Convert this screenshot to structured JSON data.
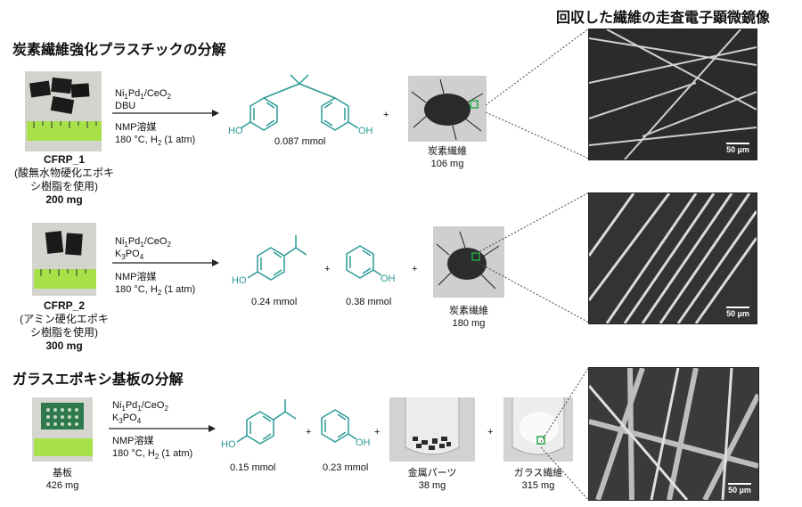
{
  "sem_header": "回収した繊維の走査電子顕微鏡像",
  "section1": {
    "title": "炭素繊維強化プラスチックの分解",
    "rows": [
      {
        "sample_name": "CFRP_1",
        "sample_desc_1": "(酸無水物硬化エポキ",
        "sample_desc_2": "シ樹脂を使用)",
        "sample_mass": "200 mg",
        "reagents": [
          "Ni1Pd1/CeO2",
          "DBU"
        ],
        "solvent": "NMP溶媒",
        "conditions": "180 °C, H2 (1 atm)",
        "products": [
          {
            "name": "",
            "amount": "0.087 mmol"
          },
          {
            "name": "炭素繊維",
            "amount": "106 mg"
          }
        ],
        "scale_bar": "50 µm"
      },
      {
        "sample_name": "CFRP_2",
        "sample_desc_1": "(アミン硬化エポキ",
        "sample_desc_2": "シ樹脂を使用)",
        "sample_mass": "300 mg",
        "reagents": [
          "Ni1Pd1/CeO2",
          "K3PO4"
        ],
        "solvent": "NMP溶媒",
        "conditions": "180 °C, H2 (1 atm)",
        "products": [
          {
            "name": "",
            "amount": "0.24 mmol"
          },
          {
            "name": "",
            "amount": "0.38 mmol"
          },
          {
            "name": "炭素繊維",
            "amount": "180 mg"
          }
        ],
        "scale_bar": "50 µm"
      }
    ]
  },
  "section2": {
    "title": "ガラスエポキシ基板の分解",
    "sample_name": "基板",
    "sample_mass": "426 mg",
    "reagents": [
      "Ni1Pd1/CeO2",
      "K3PO4"
    ],
    "solvent": "NMP溶媒",
    "conditions": "180 °C, H2 (1 atm)",
    "products": [
      {
        "name": "",
        "amount": "0.15 mmol"
      },
      {
        "name": "",
        "amount": "0.23 mmol"
      },
      {
        "name": "金属パーツ",
        "amount": "38 mg"
      },
      {
        "name": "ガラス繊維",
        "amount": "315 mg"
      }
    ],
    "scale_bar": "50 µm"
  },
  "molecule_labels": {
    "oh": "HO",
    "oh_right": "OH"
  },
  "plus": "+",
  "colors": {
    "molecule": "#2a9a96",
    "arrow": "#222222",
    "inset_box": "#22aa44",
    "dotted": "#444444"
  }
}
